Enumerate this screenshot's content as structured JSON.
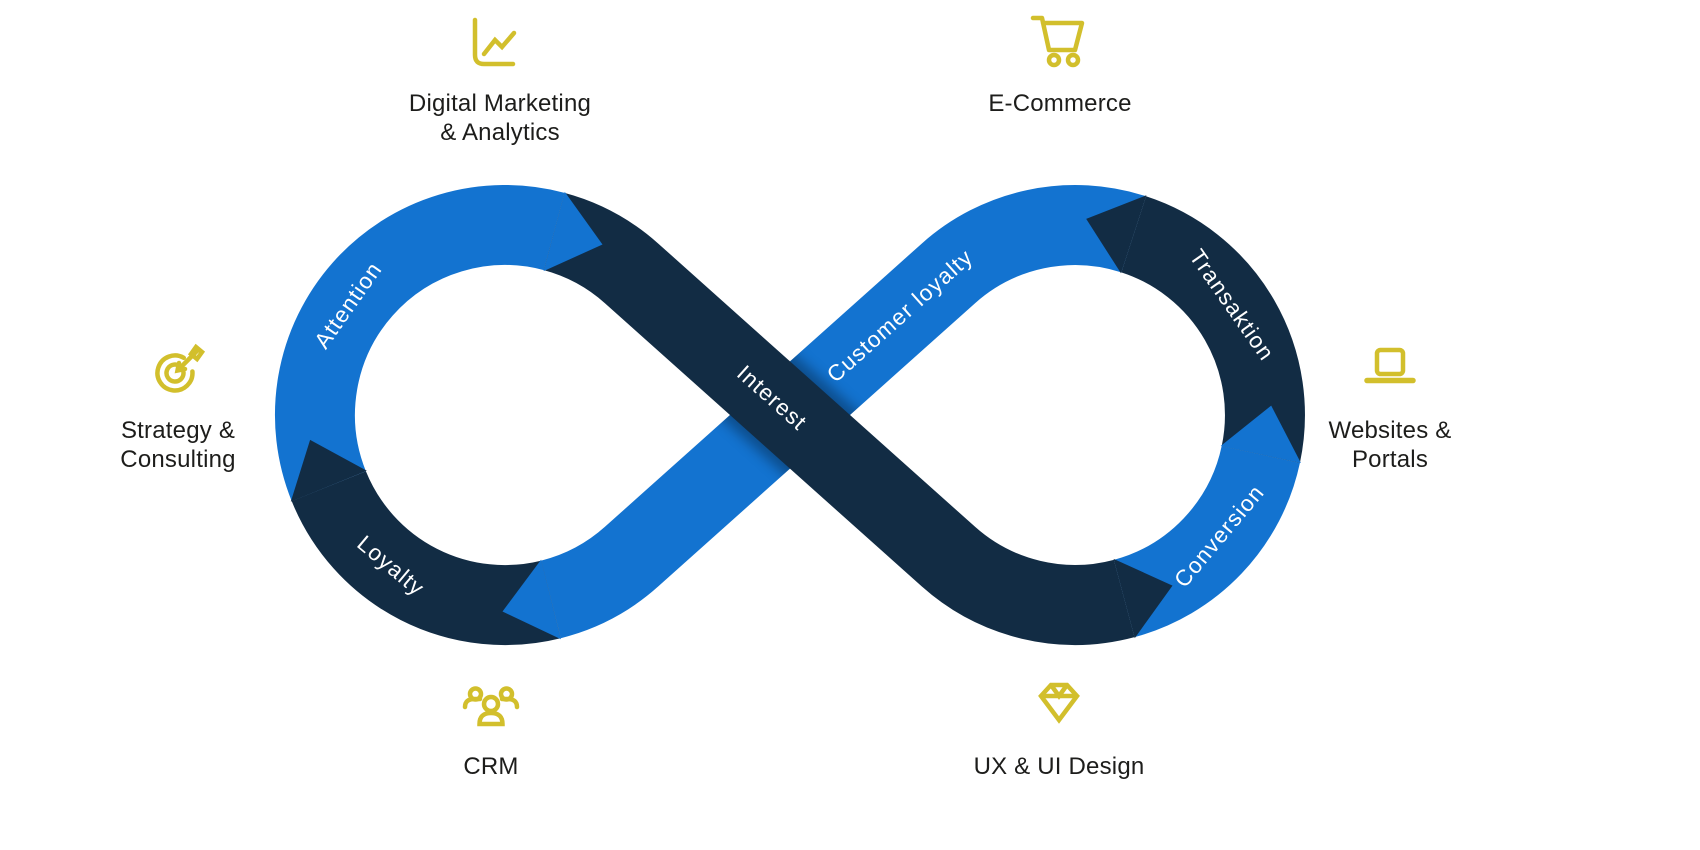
{
  "diagram": {
    "type": "infinity-customer-journey-loop",
    "colors": {
      "blue": "#1373D0",
      "navy": "#122C44",
      "yellow": "#D2BF2C",
      "label_text": "#FFFFFF",
      "node_text": "#1D1D1B",
      "background": "#FFFFFF"
    },
    "segments": [
      {
        "name": "attention",
        "label": "Attention",
        "color_role": "blue"
      },
      {
        "name": "interest",
        "label": "Interest",
        "color_role": "navy"
      },
      {
        "name": "conversion",
        "label": "Conversion",
        "color_role": "blue"
      },
      {
        "name": "transaktion",
        "label": "Transaktion",
        "color_role": "navy"
      },
      {
        "name": "customer-loyalty",
        "label": "Customer loyalty",
        "color_role": "blue"
      },
      {
        "name": "loyalty",
        "label": "Loyalty",
        "color_role": "navy"
      }
    ],
    "nodes": [
      {
        "name": "digital-marketing-analytics",
        "icon": "line-chart-icon",
        "lines": [
          "Digital Marketing",
          "& Analytics"
        ]
      },
      {
        "name": "e-commerce",
        "icon": "shopping-cart-icon",
        "lines": [
          "E-Commerce"
        ]
      },
      {
        "name": "strategy-consulting",
        "icon": "target-dart-icon",
        "lines": [
          "Strategy &",
          "Consulting"
        ]
      },
      {
        "name": "websites-portals",
        "icon": "laptop-icon",
        "lines": [
          "Websites &",
          "Portals"
        ]
      },
      {
        "name": "crm",
        "icon": "people-group-icon",
        "lines": [
          "CRM"
        ]
      },
      {
        "name": "ux-ui-design",
        "icon": "diamond-icon",
        "lines": [
          "UX & UI Design"
        ]
      }
    ]
  }
}
